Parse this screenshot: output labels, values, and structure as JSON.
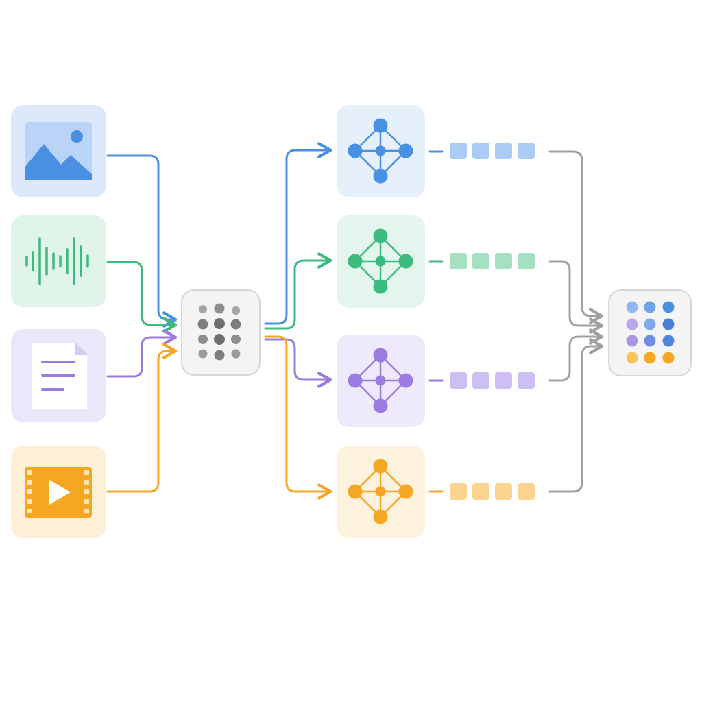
{
  "diagram": {
    "inputs": [
      {
        "id": "image",
        "icon": "image-icon",
        "color": "#4a90e2",
        "bg": "#dde9fa"
      },
      {
        "id": "audio",
        "icon": "audio-waveform-icon",
        "color": "#3dba7e",
        "bg": "#e0f4ea"
      },
      {
        "id": "text",
        "icon": "document-icon",
        "color": "#9b7be0",
        "bg": "#ece6fa"
      },
      {
        "id": "video",
        "icon": "video-play-icon",
        "color": "#f5a623",
        "bg": "#fdf0d7"
      }
    ],
    "hub": {
      "icon": "token-grid-icon",
      "color": "#7a7a7a",
      "bg": "#f4f4f4"
    },
    "encoders": [
      {
        "id": "image",
        "icon": "neural-network-icon",
        "color": "#4a90e2",
        "bg": "#e6f0fb",
        "token_color": "#a9ccf5",
        "token_count": 4
      },
      {
        "id": "audio",
        "icon": "neural-network-icon",
        "color": "#3dba7e",
        "bg": "#e3f5ec",
        "token_color": "#a6e0c3",
        "token_count": 4
      },
      {
        "id": "text",
        "icon": "neural-network-icon",
        "color": "#9b7be0",
        "bg": "#efeafb",
        "token_color": "#cdbff3",
        "token_count": 4
      },
      {
        "id": "video",
        "icon": "neural-network-icon",
        "color": "#f5a623",
        "bg": "#fdf2dd",
        "token_color": "#fbd490",
        "token_count": 4
      }
    ],
    "output": {
      "icon": "fused-token-grid-icon",
      "bg": "#f4f4f4",
      "dot_colors": [
        [
          "#8fb8f0",
          "#6fa3ea",
          "#4a90e2"
        ],
        [
          "#b9a7ea",
          "#7fa9ea",
          "#4a80d8"
        ],
        [
          "#ad95e6",
          "#6f8ee0",
          "#4d86da"
        ],
        [
          "#fbc45a",
          "#f5a623",
          "#f5a623"
        ]
      ]
    },
    "merge_color": "#a0a0a0"
  }
}
